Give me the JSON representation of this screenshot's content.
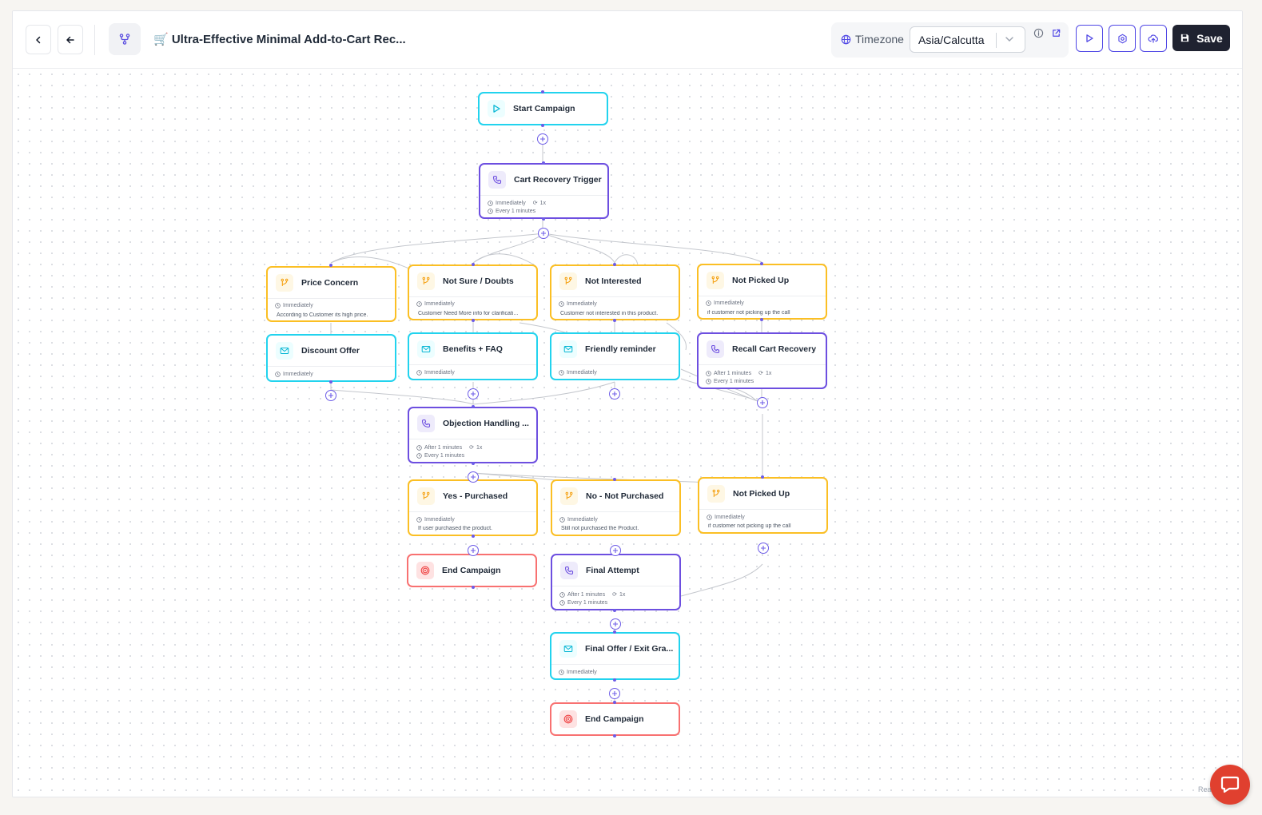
{
  "header": {
    "title": "🛒 Ultra-Effective Minimal Add-to-Cart Rec...",
    "timezone_label": "Timezone",
    "timezone_value": "Asia/Calcutta",
    "save_label": "Save"
  },
  "colors": {
    "trigger": "#22d3ee",
    "call": "#6d4fe0",
    "condition": "#fbbf24",
    "end": "#f87171",
    "save_button": "#1f2230"
  },
  "nodes": {
    "start": {
      "label": "Start Campaign",
      "icon": "play-icon"
    },
    "cart_trigger": {
      "label": "Cart Recovery Trigger",
      "icon": "phone-icon",
      "timing": "Immediately",
      "retries": "1x",
      "interval": "Every 1 minutes"
    },
    "price_concern": {
      "label": "Price Concern",
      "icon": "branch-icon",
      "timing": "Immediately",
      "desc": "According to Customer its high price."
    },
    "not_sure": {
      "label": "Not Sure / Doubts",
      "icon": "branch-icon",
      "timing": "Immediately",
      "desc": "Customer Need More info for clarificati..."
    },
    "not_interested": {
      "label": "Not Interested",
      "icon": "branch-icon",
      "timing": "Immediately",
      "desc": "Customer not interested in this product."
    },
    "not_picked_1": {
      "label": "Not Picked Up",
      "icon": "branch-icon",
      "timing": "Immediately",
      "desc": "if customer not picking up the call"
    },
    "discount": {
      "label": "Discount Offer",
      "icon": "mail-icon",
      "timing": "Immediately"
    },
    "benefits": {
      "label": "Benefits + FAQ",
      "icon": "mail-icon",
      "timing": "Immediately"
    },
    "reminder": {
      "label": "Friendly reminder",
      "icon": "mail-icon",
      "timing": "Immediately"
    },
    "recall": {
      "label": "Recall Cart Recovery",
      "icon": "phone-icon",
      "timing": "After 1 minutes",
      "retries": "1x",
      "interval": "Every 1 minutes"
    },
    "objection": {
      "label": "Objection Handling ...",
      "icon": "phone-icon",
      "timing": "After 1 minutes",
      "retries": "1x",
      "interval": "Every 1 minutes"
    },
    "yes_purchased": {
      "label": "Yes - Purchased",
      "icon": "branch-icon",
      "timing": "Immediately",
      "desc": "If user purchased the product."
    },
    "no_purchased": {
      "label": "No - Not Purchased",
      "icon": "branch-icon",
      "timing": "Immediately",
      "desc": "Still not purchased the Product."
    },
    "not_picked_2": {
      "label": "Not Picked Up",
      "icon": "branch-icon",
      "timing": "Immediately",
      "desc": "if customer not picking up the call"
    },
    "end_1": {
      "label": "End Campaign",
      "icon": "target-icon"
    },
    "final_attempt": {
      "label": "Final Attempt",
      "icon": "phone-icon",
      "timing": "After 1 minutes",
      "retries": "1x",
      "interval": "Every 1 minutes"
    },
    "final_offer": {
      "label": "Final Offer / Exit Gra...",
      "icon": "mail-icon",
      "timing": "Immediately"
    },
    "end_2": {
      "label": "End Campaign",
      "icon": "target-icon"
    }
  },
  "footer": {
    "corner_text": "Rea"
  }
}
